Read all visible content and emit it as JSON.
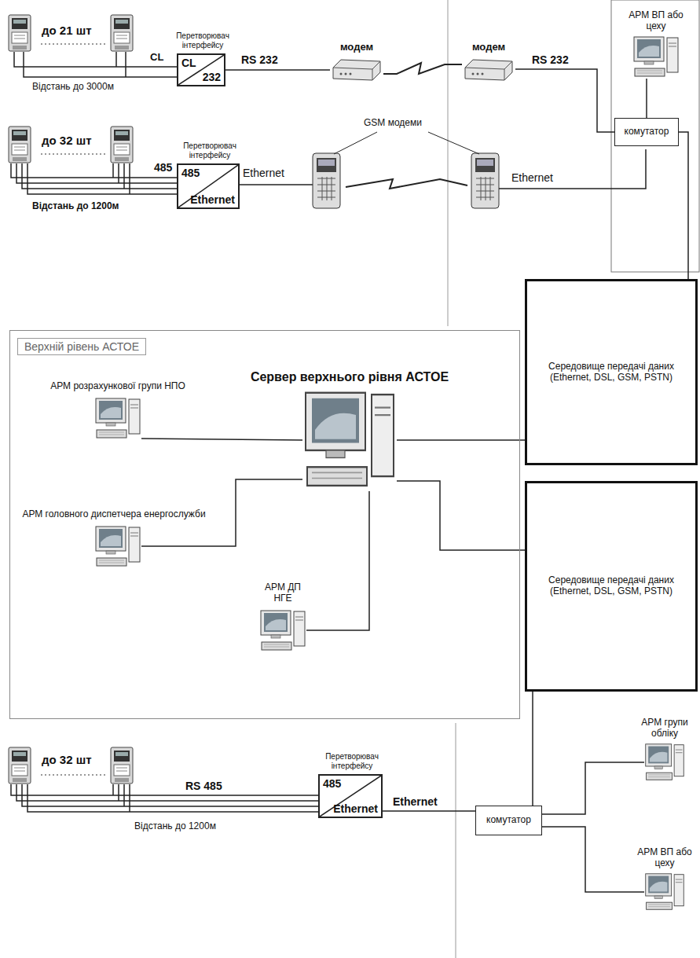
{
  "diagram": {
    "nodes": [
      {
        "text": [
          "АРМ ВП або цеху"
        ]
      },
      {
        "text": [
          "Перетворювач інтерфейсу",
          "CL",
          "232"
        ]
      },
      {
        "text": [
          "модем"
        ]
      },
      {
        "text": [
          "модем"
        ]
      },
      {
        "text": [
          "комутатор"
        ]
      },
      {
        "text": [
          "Перетворювач інтерфейсу",
          "485",
          "Ethernet"
        ]
      },
      {
        "text": [
          "Середовище передачі даних (Ethernet, DSL, GSM, PSTN)"
        ]
      },
      {
        "text": [
          "Верхній рівень АСТОЕ"
        ]
      },
      {
        "text": [
          "Сервер верхнього рівня АСТОЕ"
        ],
        "in": 7
      },
      {
        "text": [
          "АРМ розрахункової групи НПО"
        ],
        "in": 7
      },
      {
        "text": [
          "АРМ головного диспетчера енергослужби"
        ],
        "in": 7
      },
      {
        "text": [
          "АРМ ДП НГЕ"
        ],
        "in": 7
      },
      {
        "text": [
          "Середовище передачі даних (Ethernet, DSL, GSM, PSTN)"
        ]
      },
      {
        "text": [
          "Перетворювач інтерфейсу",
          "485",
          "Ethernet"
        ]
      },
      {
        "text": [
          "комутатор"
        ]
      },
      {
        "text": [
          "АРМ групи обліку"
        ]
      },
      {
        "text": [
          "АРМ ВП або цеху"
        ]
      }
    ],
    "edges": [
      {
        "from": 1,
        "to": 2,
        "label": "RS 232",
        "arrow": "none"
      },
      {
        "from": 2,
        "to": 3,
        "arrow": "none"
      },
      {
        "from": 3,
        "to": 4,
        "label": "RS 232",
        "arrow": "none"
      },
      {
        "from": 4,
        "to": 0,
        "arrow": "none"
      },
      {
        "from": 4,
        "to": 6,
        "arrow": "none"
      },
      {
        "from": 8,
        "to": 9,
        "arrow": "none"
      },
      {
        "from": 8,
        "to": 10,
        "arrow": "none"
      },
      {
        "from": 8,
        "to": 11,
        "arrow": "none"
      },
      {
        "from": 8,
        "to": 6,
        "arrow": "none"
      },
      {
        "from": 8,
        "to": 12,
        "arrow": "none"
      },
      {
        "from": 12,
        "to": 14,
        "arrow": "none"
      },
      {
        "from": 13,
        "to": 14,
        "label": "Ethernet",
        "arrow": "none"
      },
      {
        "from": 14,
        "to": 15,
        "arrow": "none"
      },
      {
        "from": 14,
        "to": 16,
        "arrow": "none"
      }
    ],
    "labels": [
      "до 21 шт",
      "CL",
      "Відстань до 3000м",
      "до 32 шт",
      "485",
      "Ethernet",
      "GSM модеми",
      "Ethernet",
      "Відстань до 1200м",
      "до 32 шт",
      "RS 485",
      "Відстань до 1200м"
    ]
  }
}
